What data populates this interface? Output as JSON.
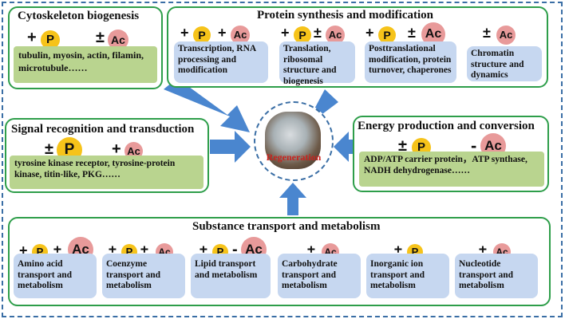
{
  "center": {
    "label": "Regeneration"
  },
  "symbols": {
    "plus": "+",
    "plusminus": "±",
    "minus": "-",
    "p": "P",
    "ac": "Ac"
  },
  "panels": {
    "cytoskeleton": {
      "title": "Cytoskeleton biogenesis",
      "text": "tubulin, myosin, actin, filamin, microtubule……"
    },
    "protein": {
      "title": "Protein synthesis and modification",
      "boxes": [
        "Transcription, RNA processing and modification",
        "Translation, ribosomal structure and biogenesis",
        "Posttranslational modification, protein turnover, chaperones",
        "Chromatin structure and dynamics"
      ]
    },
    "signal": {
      "title": "Signal recognition and transduction",
      "text": "tyrosine kinase receptor, tyrosine-protein kinase, titin-like, PKG……"
    },
    "energy": {
      "title": "Energy production and conversion",
      "text": "ADP/ATP carrier protein，ATP synthase, NADH dehydrogenase……"
    },
    "transport": {
      "title": "Substance transport and metabolism",
      "boxes": [
        "Amino acid transport and metabolism",
        "Coenzyme transport and metabolism",
        "Lipid transport and metabolism",
        "Carbohydrate transport and metabolism",
        "Inorganic ion transport and metabolism",
        "Nucleotide transport and metabolism"
      ]
    }
  },
  "colors": {
    "panel_border": "#2e9e4a",
    "green_box": "#b9d48f",
    "blue_box": "#c6d7f0",
    "p_badge": "#f6c31a",
    "ac_badge": "#e89a9a",
    "arrow": "#4a86cf",
    "dashed": "#3a6ea5",
    "center_label": "#c8231f"
  }
}
